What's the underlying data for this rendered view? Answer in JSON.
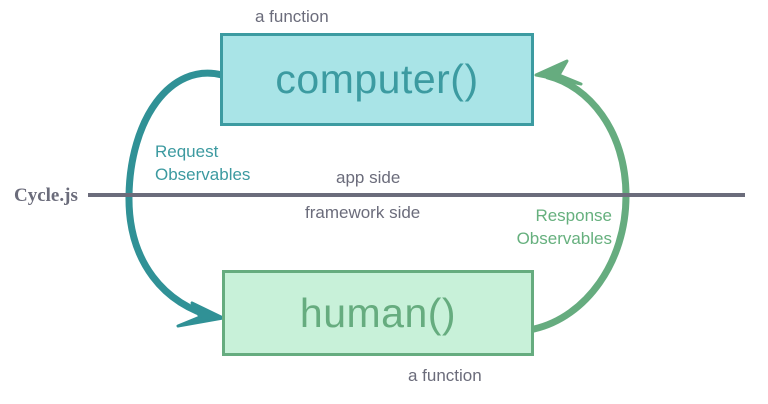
{
  "diagram": {
    "title_label": "Cycle.js",
    "divider": {
      "upper_side": "app side",
      "lower_side": "framework side"
    },
    "nodes": [
      {
        "id": "computer",
        "label": "computer()",
        "caption": "a function",
        "fill": "#a9e4e7",
        "stroke": "#3c9ba1"
      },
      {
        "id": "human",
        "label": "human()",
        "caption": "a function",
        "fill": "#c8f1d9",
        "stroke": "#66ac7f"
      }
    ],
    "edges": [
      {
        "id": "request",
        "from": "computer",
        "to": "human",
        "label_line1": "Request",
        "label_line2": "Observables",
        "color": "#3c9aa0"
      },
      {
        "id": "response",
        "from": "human",
        "to": "computer",
        "label_line1": "Response",
        "label_line2": "Observables",
        "color": "#66b07e"
      }
    ],
    "colors": {
      "text_gray": "#6b6c7b",
      "teal": "#3c9aa0",
      "green": "#66b07e"
    }
  }
}
